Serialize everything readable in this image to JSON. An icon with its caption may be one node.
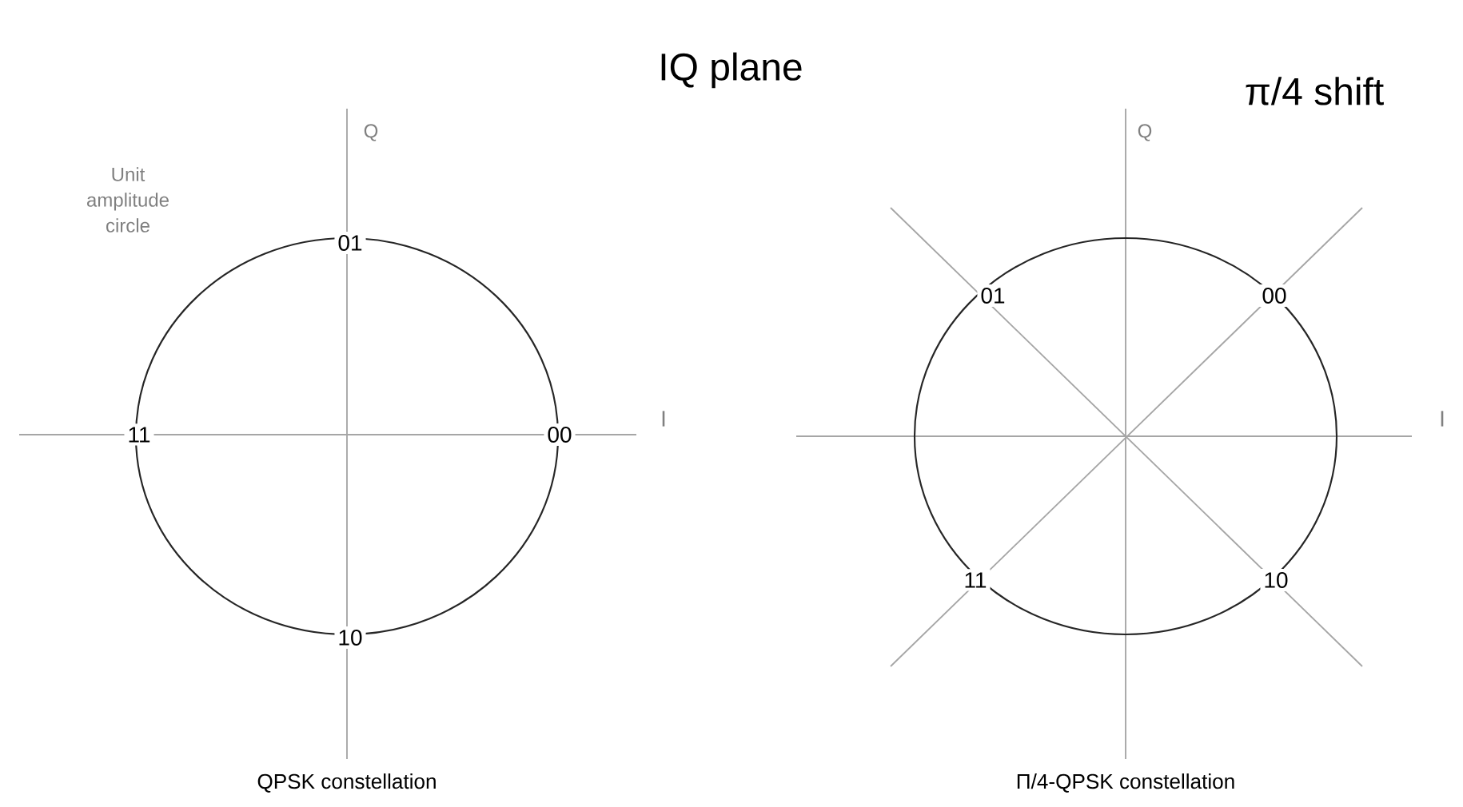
{
  "diagram": {
    "title": "IQ plane",
    "labels": [
      "π/4 shift",
      "Q",
      "Unit amplitude circle",
      "01",
      "11",
      "00",
      "I",
      "10",
      "QPSK constellation",
      "Q",
      "01",
      "00",
      "I",
      "11",
      "10",
      "Π/4-QPSK constellation"
    ]
  }
}
